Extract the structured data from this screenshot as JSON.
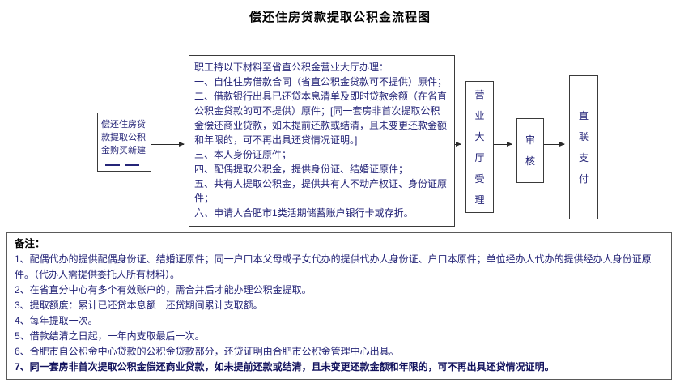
{
  "title": "偿还住房贷款提取公积金流程图",
  "flowchart": {
    "start_box": {
      "text": "偿还住房贷款提取公积金购买新建"
    },
    "materials_box": {
      "header": "职工持以下材料至省直公积金营业大厅办理：",
      "items": [
        "一、自住住房借款合同（省直公积金贷款可不提供）原件；",
        "二、借款银行出具已还贷本息清单及即时贷款余额（在省直公积金贷款的可不提供）原件；[同一套房非首次提取公积金偿还商业贷款，如未提前还款或结清，且未变更还款金额和年限的，可不再出具还贷情况证明。]",
        "三、本人身份证原件；",
        "四、配偶提取公积金，提供身份证、结婚证原件；",
        "五、共有人提取公积金，提供共有人不动产权证、身份证原件；",
        "六、申请人合肥市1类活期储蓄账户银行卡或存折。"
      ]
    },
    "step_boxes": [
      {
        "label": "营业大厅受理"
      },
      {
        "label": "审核"
      },
      {
        "label": "直联支付"
      }
    ]
  },
  "notes": {
    "heading": "备注：",
    "items": [
      {
        "text": "1、配偶代办的提供配偶身份证、结婚证原件；同一户口本父母或子女代办的提供代办人身份证、户口本原件；单位经办人代办的提供经办人身份证原件。（代办人需提供委托人所有材料）。",
        "bold": false
      },
      {
        "text": "2、在省直分中心有多个有效账户的，需合并后才能办理公积金提取。",
        "bold": false
      },
      {
        "text": "3、提取额度：累计已还贷本息额　还贷期间累计支取额。",
        "bold": false
      },
      {
        "text": "4、每年提取一次。",
        "bold": false
      },
      {
        "text": "5、借款结清之日起，一年内支取最后一次。",
        "bold": false
      },
      {
        "text": "6、合肥市自公积金中心贷款的公积金贷款部分，还贷证明由合肥市公积金管理中心出具。",
        "bold": false
      },
      {
        "text": "7、同一套房非首次提取公积金偿还商业贷款，如未提前还款或结清，且未变更还款金额和年限的，可不再出具还贷情况证明。",
        "bold": true
      }
    ]
  }
}
